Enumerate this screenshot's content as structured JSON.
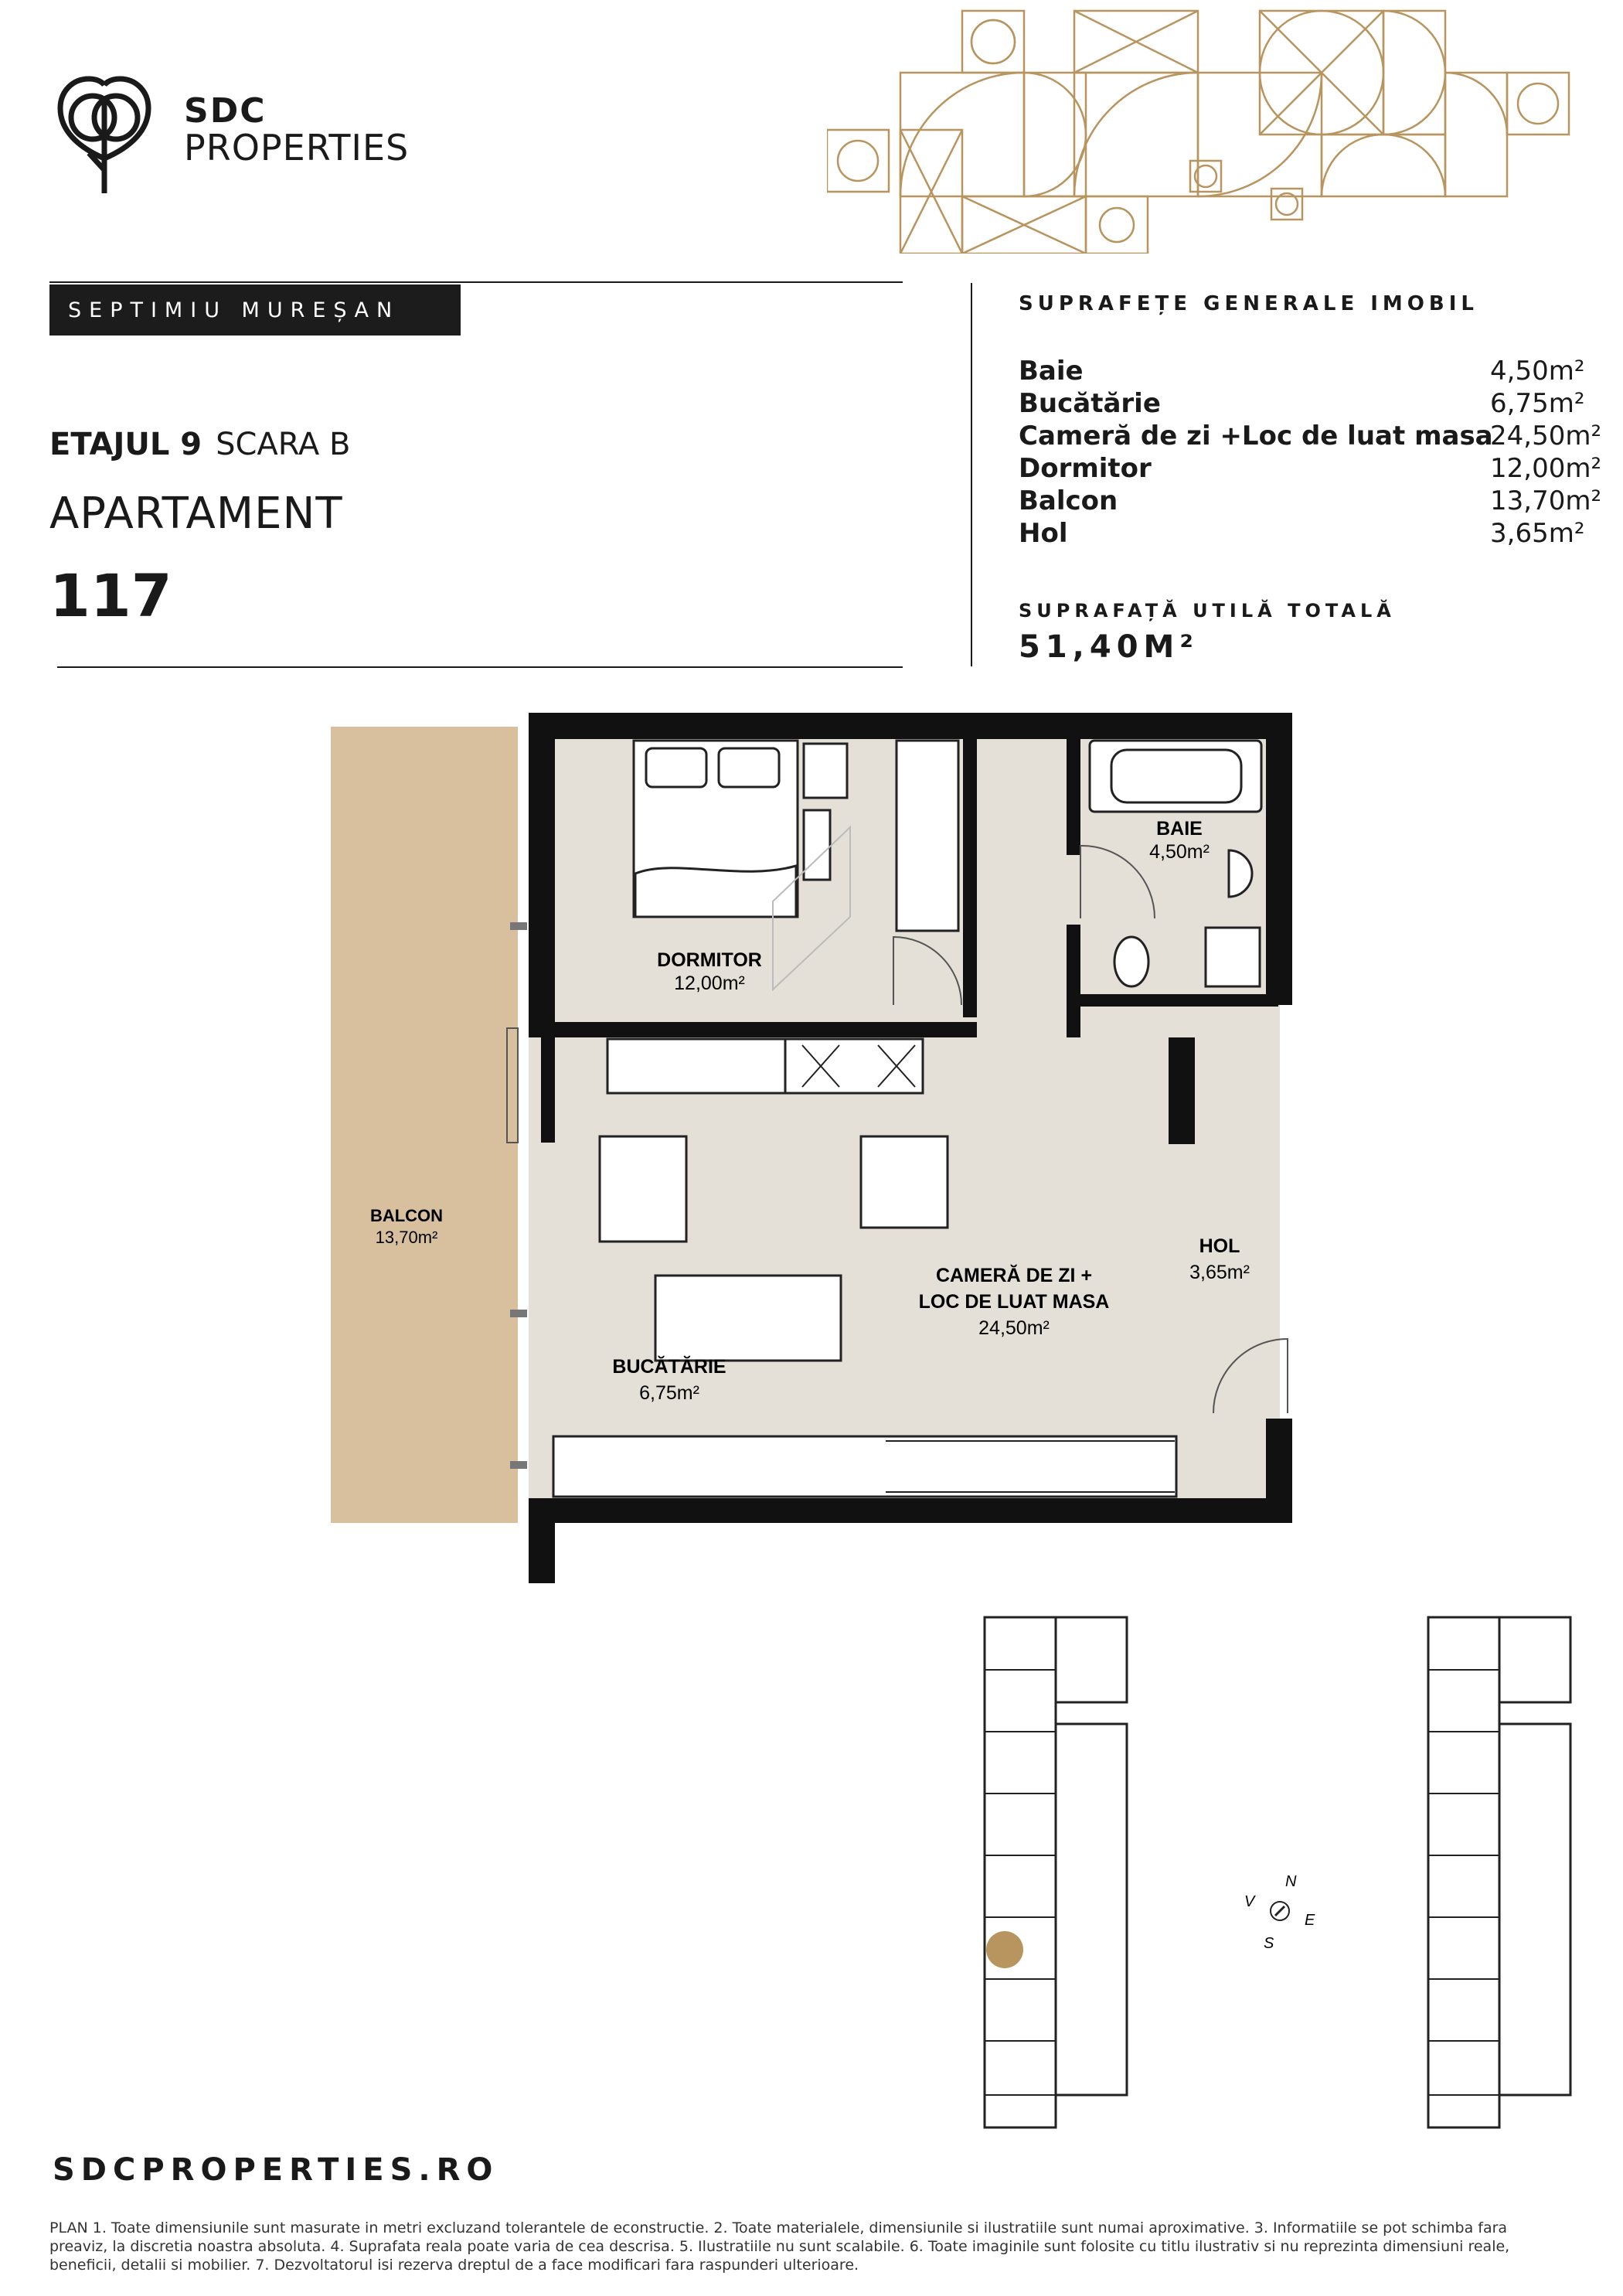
{
  "brand": {
    "line1": "SDC",
    "line2": "PROPERTIES",
    "website": "SDCPROPERTIES.RO"
  },
  "project": {
    "name": "SEPTIMIU MUREȘAN"
  },
  "apartment": {
    "floor": "ETAJUL 9",
    "stair": "SCARA B",
    "label": "APARTAMENT",
    "number": "117"
  },
  "summary": {
    "title": "SUPRAFEȚE GENERALE IMOBIL",
    "rooms": [
      {
        "name": "Baie",
        "area": "4,50m²"
      },
      {
        "name": "Bucătărie",
        "area": "6,75m²"
      },
      {
        "name": "Cameră de zi +Loc de luat masa",
        "area": "24,50m²"
      },
      {
        "name": "Dormitor",
        "area": "12,00m²"
      },
      {
        "name": "Balcon",
        "area": "13,70m²"
      },
      {
        "name": "Hol",
        "area": "3,65m²"
      }
    ],
    "total_title": "SUPRAFAȚĂ UTILĂ TOTALĂ",
    "total_value": "51,40M²"
  },
  "plan_labels": {
    "dormitor": {
      "name": "DORMITOR",
      "area": "12,00m²"
    },
    "baie": {
      "name": "BAIE",
      "area": "4,50m²"
    },
    "balcon": {
      "name": "BALCON",
      "area": "13,70m²"
    },
    "hol": {
      "name": "HOL",
      "area": "3,65m²"
    },
    "camera_line1": "CAMERĂ DE ZI  +",
    "camera_line2": "LOC DE LUAT MASA",
    "camera_area": "24,50m²",
    "bucatarie": {
      "name": "BUCĂTĂRIE",
      "area": "6,75m²"
    }
  },
  "compass": {
    "n": "N",
    "e": "E",
    "s": "S",
    "v": "V"
  },
  "disclaimer": "PLAN 1. Toate dimensiunile sunt masurate in metri excluzand tolerantele de econstructie. 2. Toate materialele, dimensiunile si ilustratiile sunt numai aproximative. 3. Informatiile se pot schimba fara preaviz, la discretia noastra absoluta. 4. Suprafata reala poate varia de cea descrisa. 5. Ilustratiile nu sunt scalabile. 6. Toate imaginile sunt folosite cu titlu ilustrativ si nu reprezinta dimensiuni reale, beneficii, detalii si mobilier. 7. Dezvoltatorul isi rezerva dreptul de a face modificari fara raspunderi ulterioare.",
  "colors": {
    "gold": "#b8955e",
    "floor": "#e4dfd7",
    "balcony": "#d8c09f",
    "wall": "#111111"
  }
}
